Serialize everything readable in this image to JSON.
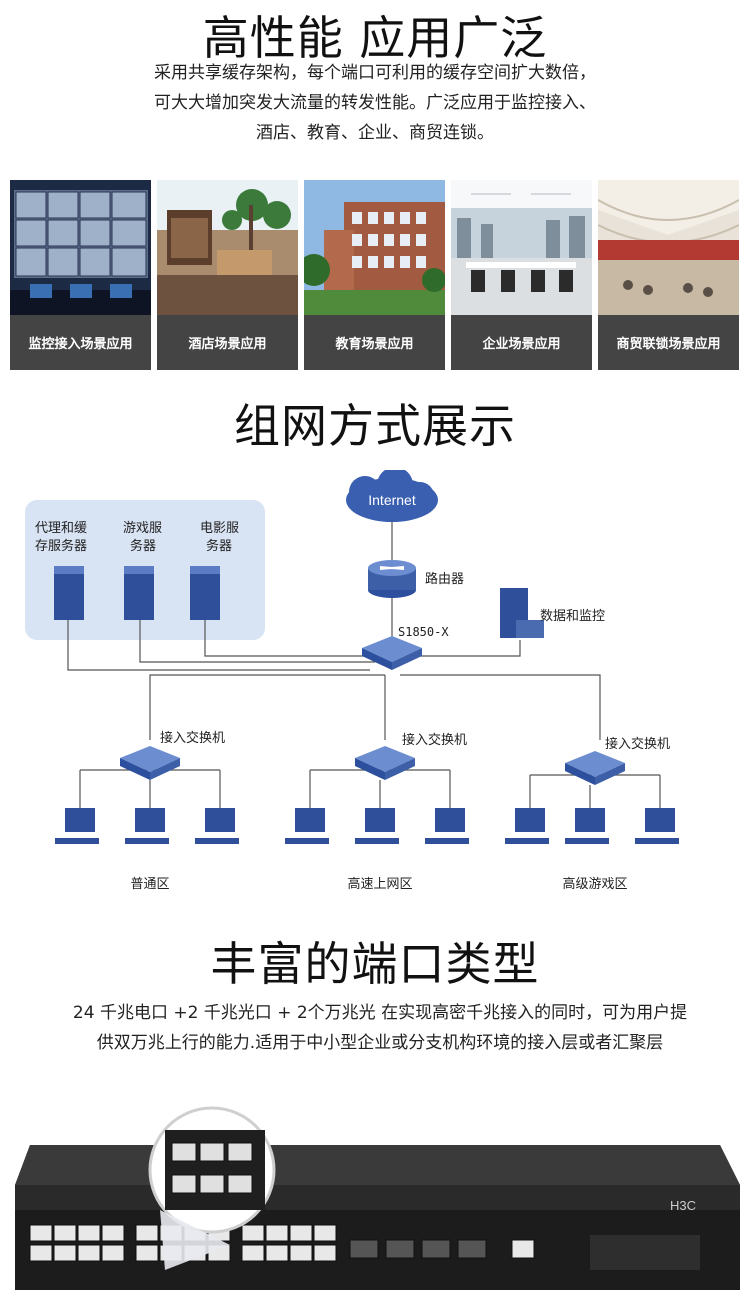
{
  "section1": {
    "title": "高性能 应用广泛",
    "lines": [
      "采用共享缓存架构，每个端口可利用的缓存空间扩大数倍，",
      "可大大增加突发大流量的转发性能。广泛应用于监控接入、",
      "酒店、教育、企业、商贸连锁。"
    ],
    "scenes": [
      {
        "label": "监控接入场景应用"
      },
      {
        "label": "酒店场景应用"
      },
      {
        "label": "教育场景应用"
      },
      {
        "label": "企业场景应用"
      },
      {
        "label": "商贸联锁场景应用"
      }
    ]
  },
  "section2": {
    "title": "组网方式展示",
    "diagram": {
      "internet": "Internet",
      "router": "路由器",
      "core": "S1850-X",
      "monitor": "数据和监控",
      "servers": [
        {
          "line1": "代理和缓",
          "line2": "存服务器"
        },
        {
          "line1": "游戏服",
          "line2": "务器"
        },
        {
          "line1": "电影服",
          "line2": "务器"
        }
      ],
      "access": [
        "接入交换机",
        "接入交换机",
        "接入交换机"
      ],
      "zones": [
        "普通区",
        "高速上网区",
        "高级游戏区"
      ]
    }
  },
  "section3": {
    "title": "丰富的端口类型",
    "lines": [
      "24 千兆电口 +2 千兆光口 + 2个万兆光 在实现高密千兆接入的同时，可为用户提",
      "供双万兆上行的能力.适用于中小型企业或分支机构环境的接入层或者汇聚层"
    ],
    "brand": "H3C"
  },
  "colors": {
    "caption_bg": "#444444",
    "server_panel": "#d8e3f3",
    "switch_blue": "#3d5fa8",
    "device": "#2f4f9a"
  }
}
